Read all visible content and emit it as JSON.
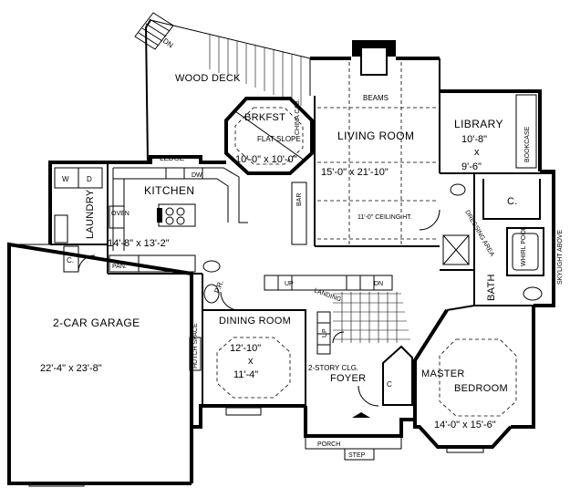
{
  "rooms": {
    "wood_deck": {
      "label": "WOOD DECK"
    },
    "dn_deck": {
      "label": "DN"
    },
    "brkfst": {
      "label": "BRKFST",
      "note": "FLAT SLOPE",
      "dims": "10'-0\" x 10'-0\""
    },
    "china_cab": {
      "label": "CHINA CAB."
    },
    "beams": {
      "label": "BEAMS"
    },
    "living_room": {
      "label": "LIVING ROOM",
      "dims": "15'-0\" x 21'-10\"",
      "ceiling": "11'-0\" CEILING HT."
    },
    "library": {
      "label": "LIBRARY",
      "dim_w": "10'-8\"",
      "dim_x": "x",
      "dim_d": "9'-6\""
    },
    "bookcase": {
      "label": "BOOKCASE"
    },
    "ledge": {
      "label": "LEDGE"
    },
    "kitchen": {
      "label": "KITCHEN",
      "dims": "14'-8\" x 13'-2\""
    },
    "laundry": {
      "label": "LAUNDRY"
    },
    "w": {
      "label": "W"
    },
    "d": {
      "label": "D"
    },
    "dw": {
      "label": "DW"
    },
    "oven": {
      "label": "OVEN"
    },
    "pan": {
      "label": "PAN."
    },
    "bar": {
      "label": "BAR"
    },
    "closet_laundry": {
      "label": "C."
    },
    "dressing_area": {
      "label": "DRESSING AREA"
    },
    "closet_master": {
      "label": "C."
    },
    "whirlpool": {
      "label": "WHIRL POOL"
    },
    "skylight": {
      "label": "SKYLIGHT ABOVE"
    },
    "bath": {
      "label": "BATH"
    },
    "garage": {
      "label": "2-CAR GARAGE",
      "dims": "22'-4\"   x   23'-8\""
    },
    "pr": {
      "label": "P.R."
    },
    "up_stair": {
      "label": "UP"
    },
    "landing": {
      "label": "LANDING"
    },
    "dn_stair": {
      "label": "DN"
    },
    "dining_room": {
      "label": "DINING ROOM",
      "dim_w": "12'-10\"",
      "dim_x": "x",
      "dim_d": "11'-4\""
    },
    "hutch_space": {
      "label": "HUTCH SPACE"
    },
    "up_foyer": {
      "label": "UP"
    },
    "two_story": {
      "label": "2-STORY CLG."
    },
    "foyer": {
      "label": "FOYER"
    },
    "closet_foyer": {
      "label": "C"
    },
    "master_bedroom": {
      "label_1": "MASTER",
      "label_2": "BEDROOM",
      "dims": "14'-0\" x 15'-6\""
    },
    "porch": {
      "label": "PORCH"
    },
    "step": {
      "label": "STEP"
    }
  }
}
